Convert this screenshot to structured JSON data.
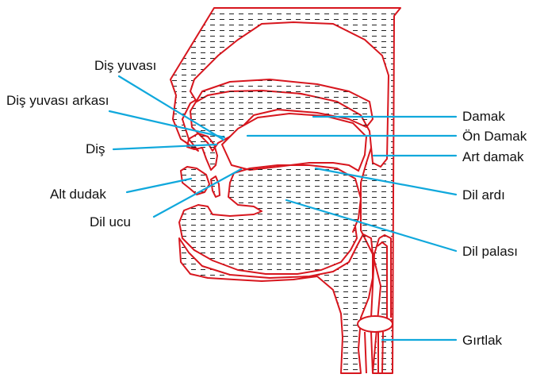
{
  "labels": {
    "dis_yuvasi": "Diş yuvası",
    "dis_yuvasi_arkasi": "Diş yuvası arkası",
    "dis": "Diş",
    "alt_dudak": "Alt dudak",
    "dil_ucu": "Dil ucu",
    "damak": "Damak",
    "on_damak": "Ön Damak",
    "art_damak": "Art damak",
    "dil_ardi": "Dil ardı",
    "dil_palasi": "Dil palası",
    "girtlak": "Gırtlak"
  },
  "colors": {
    "outline": "#d7161e",
    "leader": "#10a8dc",
    "hatch": "#222222",
    "text": "#111111"
  }
}
